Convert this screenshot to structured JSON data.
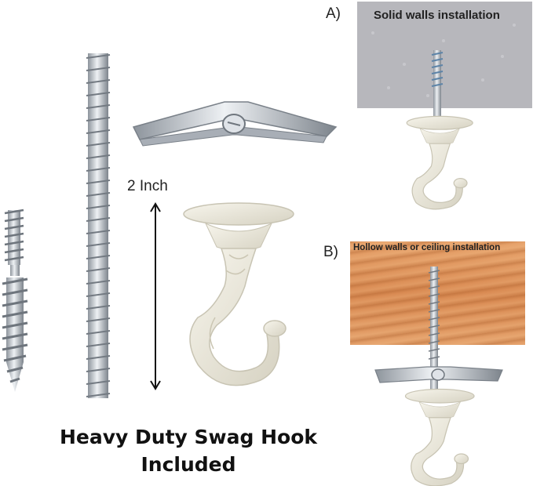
{
  "dimension": {
    "label": "2 Inch"
  },
  "caption": {
    "line1": "Heavy Duty Swag Hook",
    "line2": "Included"
  },
  "panel_a": {
    "marker": "A)",
    "title": "Solid walls installation"
  },
  "panel_b": {
    "marker": "B)",
    "title": "Hollow walls or ceiling installation"
  },
  "colors": {
    "hook": "#ece9dc",
    "metal": "#c9ced6",
    "wood": "#d98a52",
    "wall": "#b7b7bc"
  }
}
